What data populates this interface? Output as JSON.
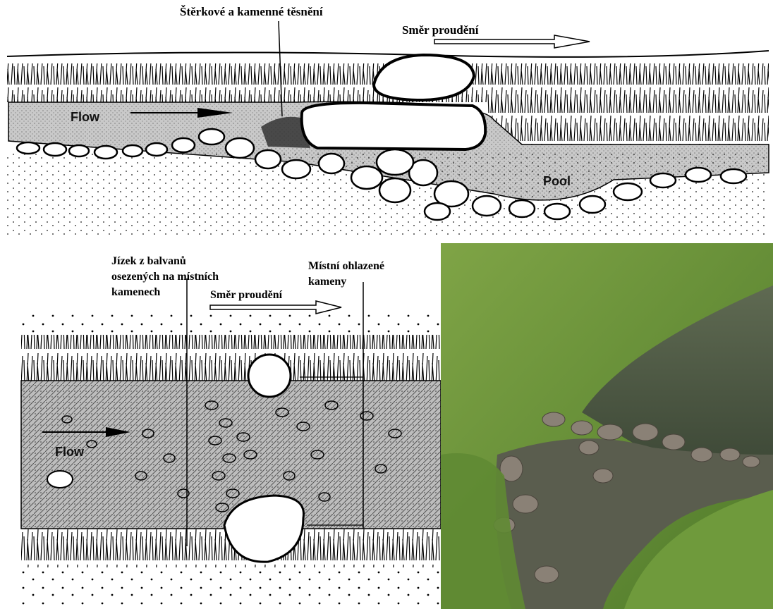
{
  "top_diagram": {
    "label_seal": "Štěrkové a kamenné těsnění",
    "label_direction": "Směr proudění",
    "label_flow": "Flow",
    "label_pool": "Pool"
  },
  "bottom_diagram": {
    "label_boulder_weir": [
      "Jízek z balvanů",
      "osezených na místních",
      "kamenech"
    ],
    "label_direction": "Směr proudění",
    "label_local_stones": [
      "Místní ohlazené",
      "kameny"
    ],
    "label_flow": "Flow"
  },
  "photo": {
    "colors": {
      "grass": "#6f9a3c",
      "water": "#4f5a45",
      "rock": "#8a8176"
    }
  }
}
